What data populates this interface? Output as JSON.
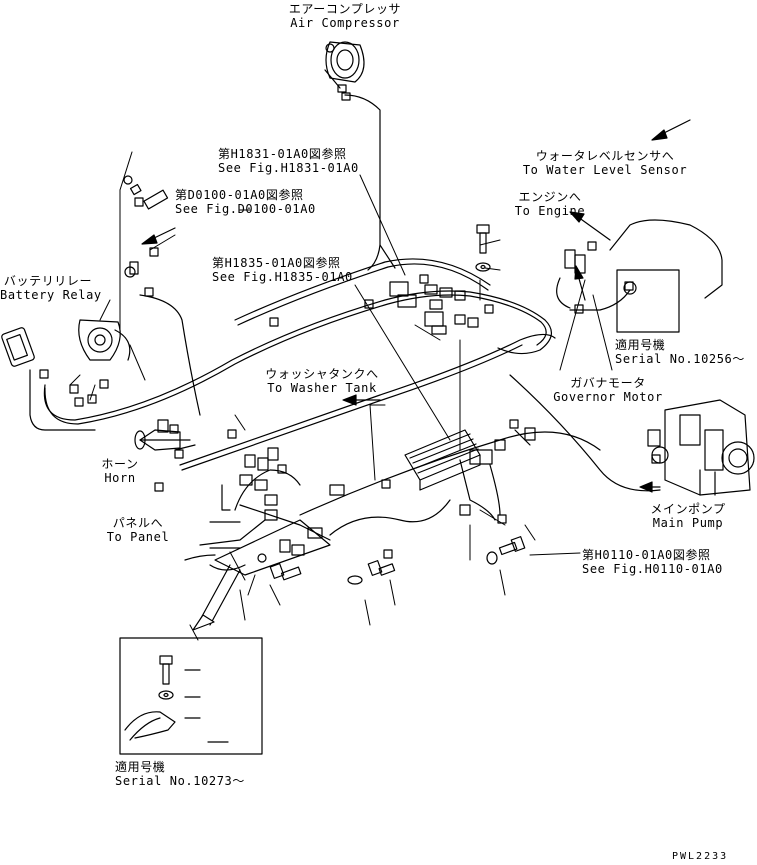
{
  "labels": {
    "air_compressor": {
      "jp": "エアーコンプレッサ",
      "en": "Air Compressor"
    },
    "fig_h1831": {
      "jp": "第H1831-01A0図参照",
      "en": "See Fig.H1831-01A0"
    },
    "fig_d0100": {
      "jp": "第D0100-01A0図参照",
      "en": "See Fig.D0100-01A0"
    },
    "fig_h1835": {
      "jp": "第H1835-01A0図参照",
      "en": "See Fig.H1835-01A0"
    },
    "fig_h0110": {
      "jp": "第H0110-01A0図参照",
      "en": "See Fig.H0110-01A0"
    },
    "water_level_sensor": {
      "jp": "ウォータレベルセンサへ",
      "en": "To Water Level Sensor"
    },
    "to_engine": {
      "jp": "エンジンへ",
      "en": "To Engine"
    },
    "battery_relay": {
      "jp": "バッテリリレー",
      "en": "Battery Relay"
    },
    "serial_10256": {
      "jp": "適用号機",
      "en": "Serial No.10256～"
    },
    "washer_tank": {
      "jp": "ウォッシャタンクへ",
      "en": "To Washer Tank"
    },
    "governor_motor": {
      "jp": "ガバナモータ",
      "en": "Governor Motor"
    },
    "horn": {
      "jp": "ホーン",
      "en": "Horn"
    },
    "main_pump": {
      "jp": "メインポンプ",
      "en": "Main Pump"
    },
    "to_panel": {
      "jp": "パネルへ",
      "en": "To Panel"
    },
    "serial_10273": {
      "jp": "適用号機",
      "en": "Serial No.10273～"
    }
  },
  "drawing_code": "PWL2233"
}
